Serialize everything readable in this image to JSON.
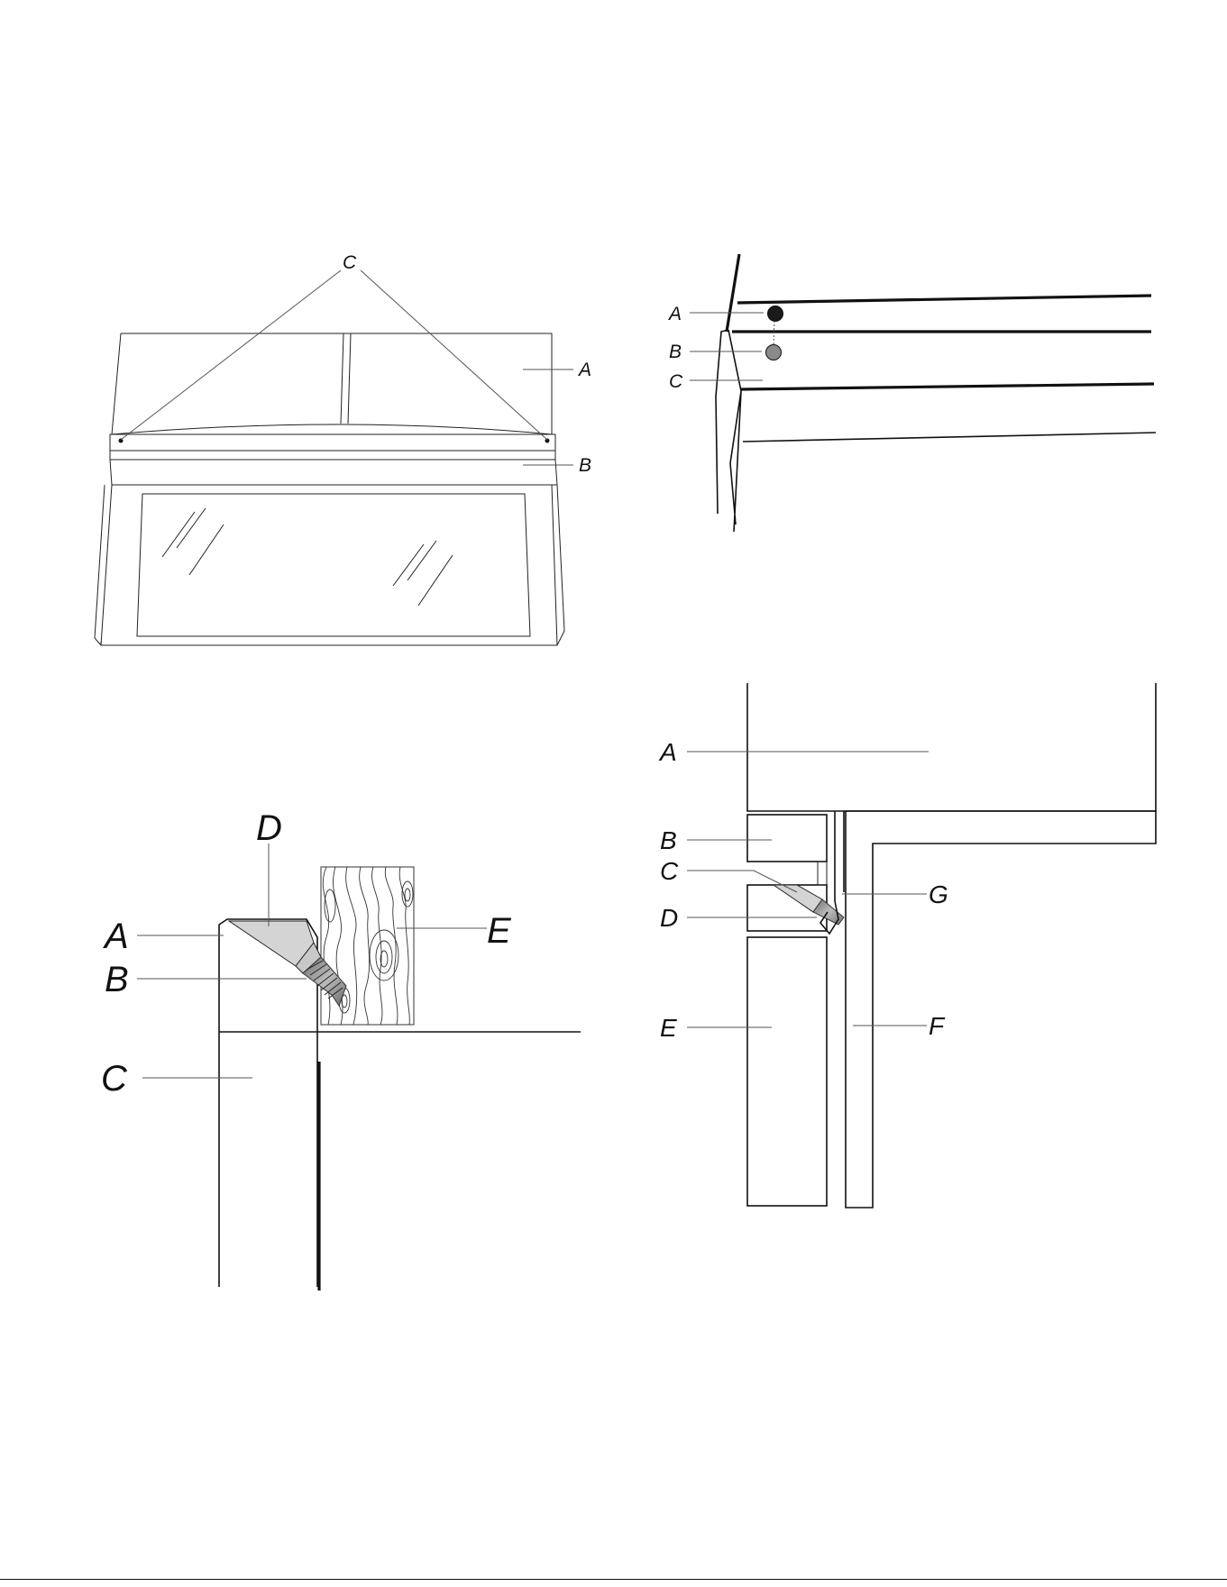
{
  "figure1": {
    "labels": {
      "c": "C",
      "a": "A",
      "b": "B"
    }
  },
  "figure2": {
    "labels": {
      "a": "A",
      "b": "B",
      "c": "C"
    }
  },
  "figure3": {
    "labels": {
      "a": "A",
      "b": "B",
      "c": "C",
      "d": "D",
      "e": "E"
    }
  },
  "figure4": {
    "labels": {
      "a": "A",
      "b": "B",
      "c": "C",
      "d": "D",
      "e": "E",
      "f": "F",
      "g": "G"
    }
  },
  "colors": {
    "line": "#111111",
    "screw_body": "#d0d0d0",
    "screw_thread": "#888888",
    "dot_dark": "#1a1a1a",
    "dot_gray": "#8a8a8a"
  }
}
